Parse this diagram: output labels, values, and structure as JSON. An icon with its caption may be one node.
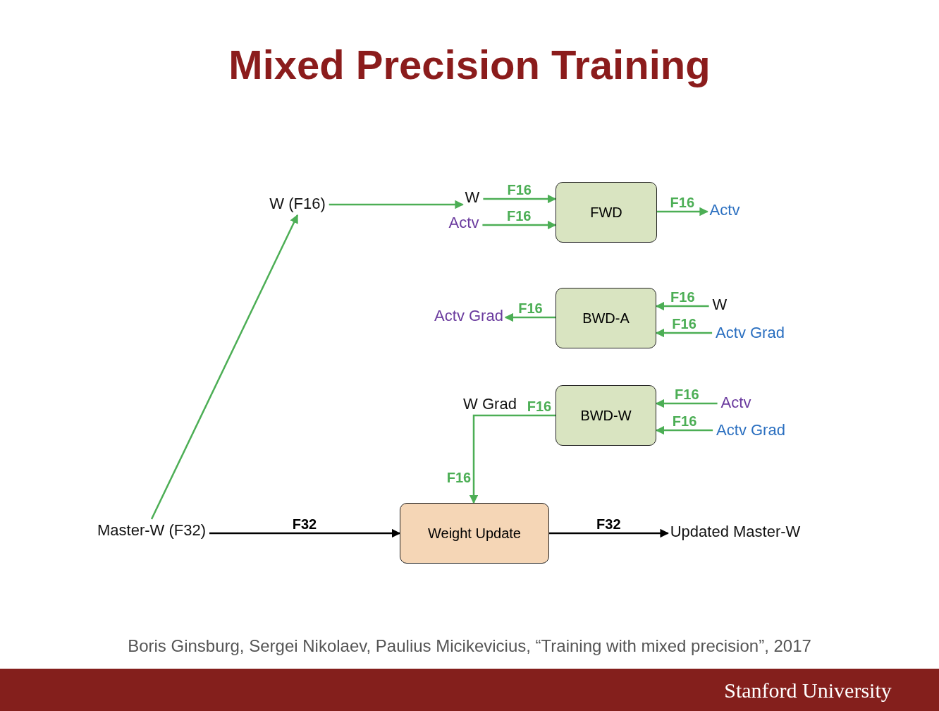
{
  "diagram": {
    "title": "Mixed Precision Training",
    "nodes": [
      {
        "text": [
          "W (F16)"
        ]
      },
      {
        "text": [
          "W"
        ]
      },
      {
        "text": [
          "Actv"
        ]
      },
      {
        "text": [
          "FWD"
        ]
      },
      {
        "text": [
          "Actv"
        ]
      },
      {
        "text": [
          "Actv Grad"
        ]
      },
      {
        "text": [
          "BWD-A"
        ]
      },
      {
        "text": [
          "W"
        ]
      },
      {
        "text": [
          "Actv Grad"
        ]
      },
      {
        "text": [
          "W Grad"
        ]
      },
      {
        "text": [
          "BWD-W"
        ]
      },
      {
        "text": [
          "Actv"
        ]
      },
      {
        "text": [
          "Actv Grad"
        ]
      },
      {
        "text": [
          "Master-W (F32)"
        ]
      },
      {
        "text": [
          "Weight Update"
        ]
      },
      {
        "text": [
          "Updated Master-W"
        ]
      }
    ],
    "edges": [
      {
        "from": 0,
        "to": 1,
        "arrow": "to"
      },
      {
        "from": 1,
        "to": 3,
        "arrow": "to",
        "label": "F16"
      },
      {
        "from": 2,
        "to": 3,
        "arrow": "to",
        "label": "F16"
      },
      {
        "from": 3,
        "to": 4,
        "arrow": "to",
        "label": "F16"
      },
      {
        "from": 6,
        "to": 5,
        "arrow": "to",
        "label": "F16"
      },
      {
        "from": 7,
        "to": 6,
        "arrow": "to",
        "label": "F16"
      },
      {
        "from": 8,
        "to": 6,
        "arrow": "to",
        "label": "F16"
      },
      {
        "from": 10,
        "to": 14,
        "arrow": "to",
        "label": "F16"
      },
      {
        "from": 11,
        "to": 10,
        "arrow": "to",
        "label": "F16"
      },
      {
        "from": 12,
        "to": 10,
        "arrow": "to",
        "label": "F16"
      },
      {
        "from": 13,
        "to": 0,
        "arrow": "to"
      },
      {
        "from": 13,
        "to": 14,
        "arrow": "to",
        "label": "F32",
        "color": "#000000"
      },
      {
        "from": 14,
        "to": 15,
        "arrow": "to",
        "label": "F32",
        "color": "#000000"
      }
    ],
    "labels": [
      "F16",
      "Boris Ginsburg, Sergei Nikolaev, Paulius Micikevicius, “Training with mixed precision”, 2017",
      "Stanford University"
    ]
  }
}
